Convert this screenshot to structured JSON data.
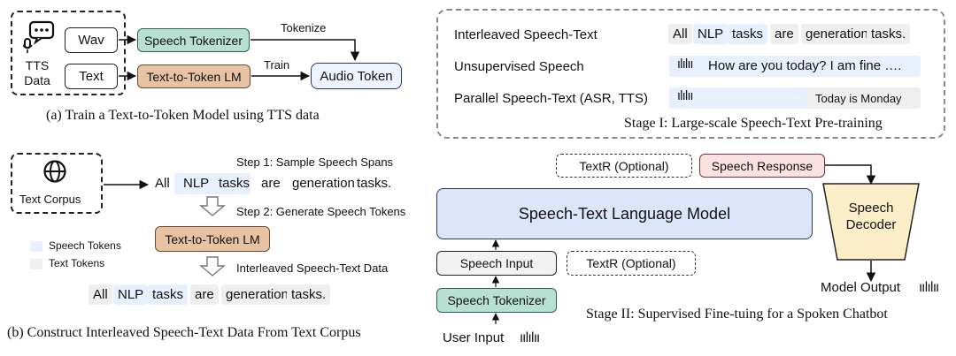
{
  "panel_a": {
    "tts_data": "TTS\nData",
    "wav": "Wav",
    "text": "Text",
    "speech_tokenizer": "Speech Tokenizer",
    "text_to_token_lm": "Text-to-Token LM",
    "audio_token": "Audio Token",
    "tokenize": "Tokenize",
    "train": "Train",
    "caption": "(a) Train a Text-to-Token Model using TTS data"
  },
  "panel_b": {
    "text_corpus": "Text Corpus",
    "step1": "Step 1: Sample Speech Spans",
    "step2": "Step 2: Generate Speech Tokens",
    "text_to_token_lm": "Text-to-Token LM",
    "interleaved_label": "Interleaved Speech-Text Data",
    "legend_speech": "Speech Tokens",
    "legend_text": "Text Tokens",
    "sentence_top": [
      "All",
      "NLP",
      "tasks",
      "are",
      "generation",
      "tasks."
    ],
    "sentence_bottom": [
      "All",
      "NLP",
      "tasks",
      "are",
      "generation",
      "tasks."
    ],
    "caption": "(b) Construct Interleaved Speech-Text Data From Text Corpus"
  },
  "stage1": {
    "rows": [
      {
        "label": "Interleaved Speech-Text",
        "tokens": [
          "All",
          "NLP",
          "tasks",
          "are",
          "generation",
          "tasks."
        ]
      },
      {
        "label": "Unsupervised Speech",
        "content": "How are you today? I am fine …."
      },
      {
        "label": "Parallel Speech-Text (ASR, TTS)",
        "content": "Today is Monday"
      }
    ],
    "caption": "Stage I:  Large-scale Speech-Text Pre-training"
  },
  "stage2": {
    "textr_top": "TextR (Optional)",
    "speech_response": "Speech Response",
    "lm": "Speech-Text Language Model",
    "decoder": "Speech\nDecoder",
    "speech_input": "Speech Input",
    "textr_bottom": "TextR (Optional)",
    "speech_tokenizer": "Speech Tokenizer",
    "model_output": "Model Output",
    "user_input": "User Input",
    "caption": "Stage II:  Supervised Fine-tuing for a Spoken Chatbot"
  },
  "icons": [
    "chat-mic-icon",
    "globe-icon",
    "waveform-icon",
    "down-arrow-icon"
  ]
}
